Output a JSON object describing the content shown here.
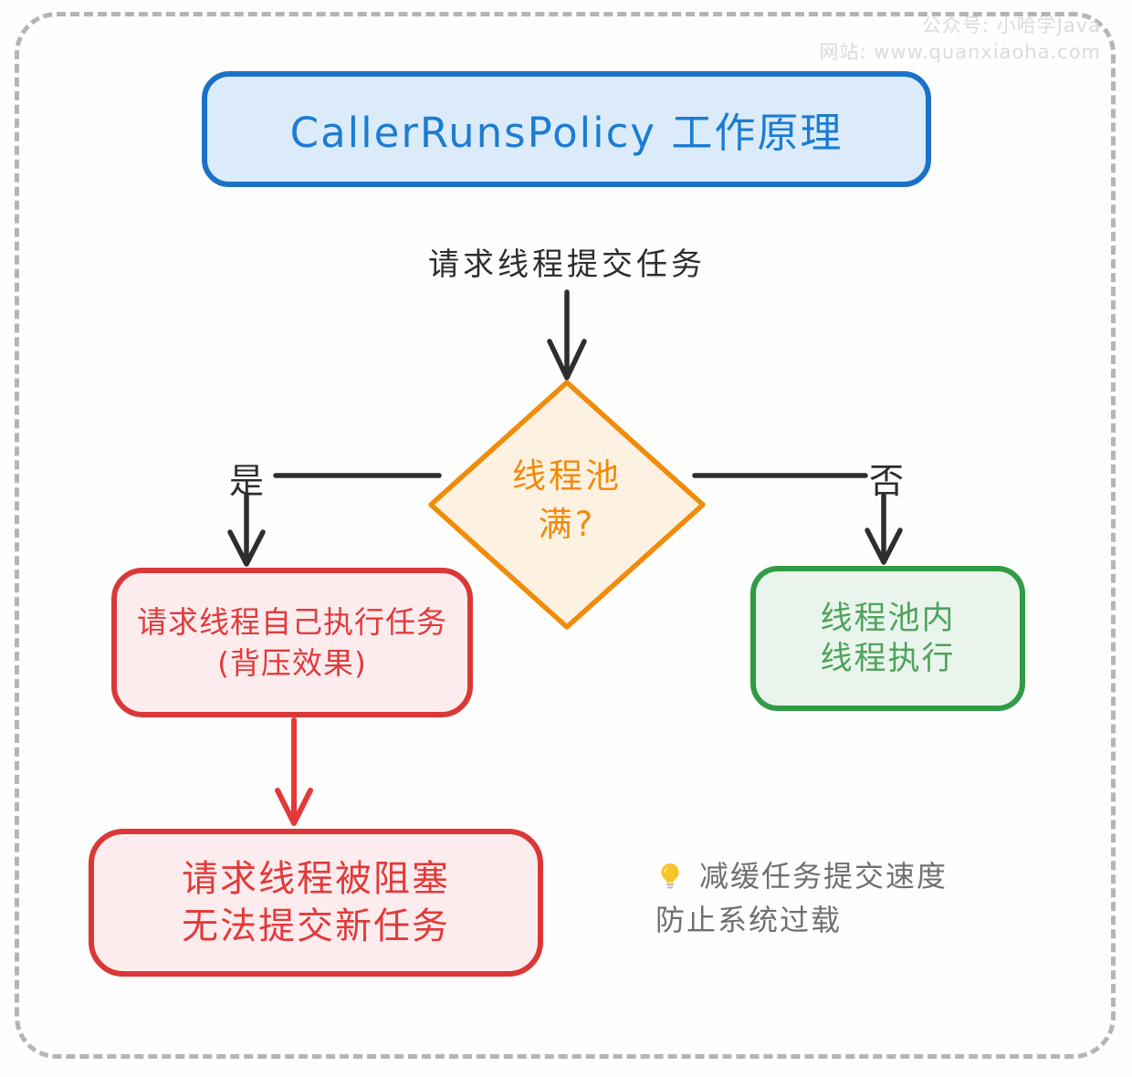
{
  "watermark": {
    "account_line": "公众号: 小哈学Java",
    "site_line": "网站: www.quanxiaoha.com"
  },
  "title": "CallerRunsPolicy 工作原理",
  "flow": {
    "start_label": "请求线程提交任务",
    "decision": {
      "line1": "线程池",
      "line2": "满?"
    },
    "branch_yes_label": "是",
    "branch_no_label": "否",
    "caller_runs_box": {
      "line1": "请求线程自己执行任务",
      "line2": "(背压效果)"
    },
    "pool_exec_box": {
      "line1": "线程池内",
      "line2": "线程执行"
    },
    "blocked_box": {
      "line1": "请求线程被阻塞",
      "line2": "无法提交新任务"
    },
    "note": {
      "line1": "减缓任务提交速度",
      "line2": "防止系统过载"
    }
  },
  "colors": {
    "blue_border": "#1b71c6",
    "blue_fill": "#dcebfa",
    "blue_text": "#1b7cd4",
    "orange_border": "#f08c0a",
    "orange_fill": "#fdf2e2",
    "orange_text": "#f18a0c",
    "red_border": "#da3838",
    "red_fill": "#fcecee",
    "red_text": "#e23a3a",
    "green_border": "#319c45",
    "green_fill": "#e9f5ec",
    "green_text": "#4ea35c",
    "arrow_black": "#2e2e2e",
    "note_text": "#6f6f6f",
    "watermark_text": "#dbdbdb",
    "dashed_border": "#b5b5b5"
  }
}
